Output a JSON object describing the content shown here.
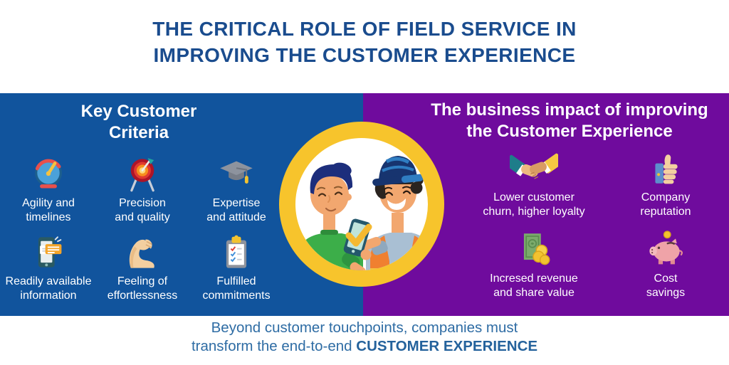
{
  "header": {
    "title": "THE CRITICAL ROLE OF FIELD SERVICE IN\nIMPROVING THE CUSTOMER EXPERIENCE"
  },
  "left_panel": {
    "title": "Key Customer\nCriteria",
    "items": [
      {
        "icon": "speedometer-icon",
        "label": "Agility and\ntimelines"
      },
      {
        "icon": "target-dart-icon",
        "label": "Precision\nand quality"
      },
      {
        "icon": "graduation-cap-icon",
        "label": "Expertise\nand attitude"
      },
      {
        "icon": "phone-message-icon",
        "label": "Readily available\ninformation"
      },
      {
        "icon": "bicep-icon",
        "label": "Feeling of\neffortlessness"
      },
      {
        "icon": "clipboard-checklist-icon",
        "label": "Fulfilled\ncommitments"
      }
    ]
  },
  "right_panel": {
    "title": "The business impact of improving\nthe Customer Experience",
    "items": [
      {
        "icon": "handshake-icon",
        "label": "Lower customer\nchurn, higher loyalty"
      },
      {
        "icon": "thumbs-up-icon",
        "label": "Company\nreputation"
      },
      {
        "icon": "money-coins-icon",
        "label": "Incresed revenue\nand share value"
      },
      {
        "icon": "piggy-bank-icon",
        "label": "Cost\nsavings"
      }
    ]
  },
  "center": {
    "illustration": "customer-and-field-technician-with-phone-checkmark"
  },
  "footer": {
    "line1": "Beyond customer touchpoints, companies must",
    "line2_regular": "transform the end-to-end",
    "line2_bold": "CUSTOMER EXPERIENCE"
  },
  "colors": {
    "title_navy": "#1A4C8E",
    "blue_panel": "#11549D",
    "purple_panel": "#6F0B9D",
    "ring_yellow": "#F7C42C",
    "footer_blue": "#2E6CA4",
    "panel_text": "#FFFFFF"
  }
}
